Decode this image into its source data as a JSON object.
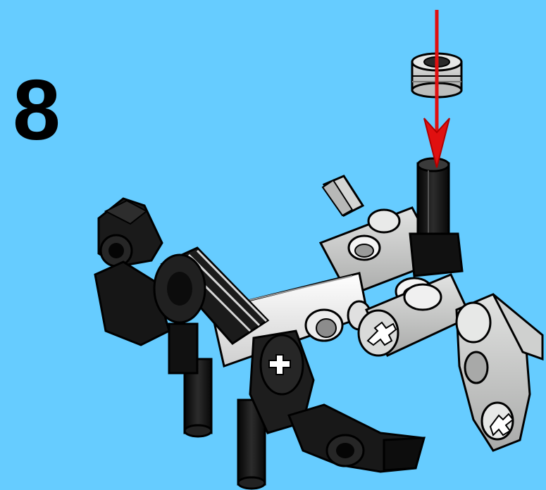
{
  "instruction": {
    "step_number": "8",
    "new_part": "bush",
    "assembly": "lever-arm-assembly",
    "arrow_direction": "down"
  },
  "colors": {
    "background": "#66ccff",
    "arrow": "#e01010",
    "dark_part": "#151515",
    "light_part": "#cfd0cf",
    "white_part": "#f2f2f2"
  }
}
